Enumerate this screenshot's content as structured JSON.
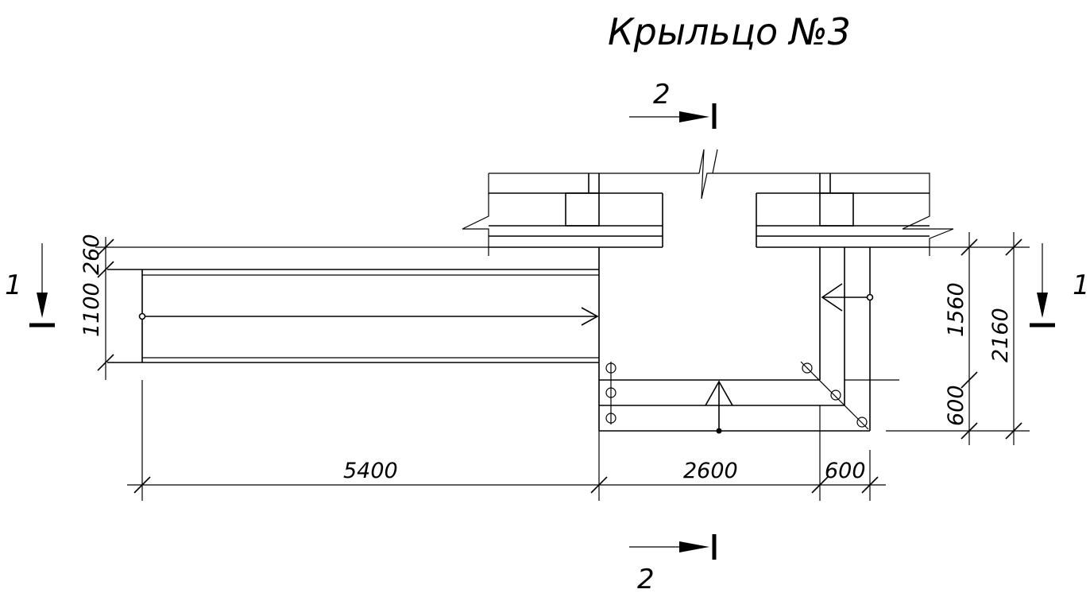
{
  "title": "Крыльцо №3",
  "section_marks": {
    "top": "2",
    "bottom": "2",
    "left": "1",
    "right": "1"
  },
  "dimensions": {
    "overall_width": "5400",
    "stair_width": "2600",
    "landing_width": "600",
    "offset_top": "260",
    "ramp_width": "1100",
    "landing_depth": "1560",
    "total_depth": "2160",
    "step_depth": "600"
  },
  "colors": {
    "line": "#000000",
    "background": "#ffffff"
  }
}
